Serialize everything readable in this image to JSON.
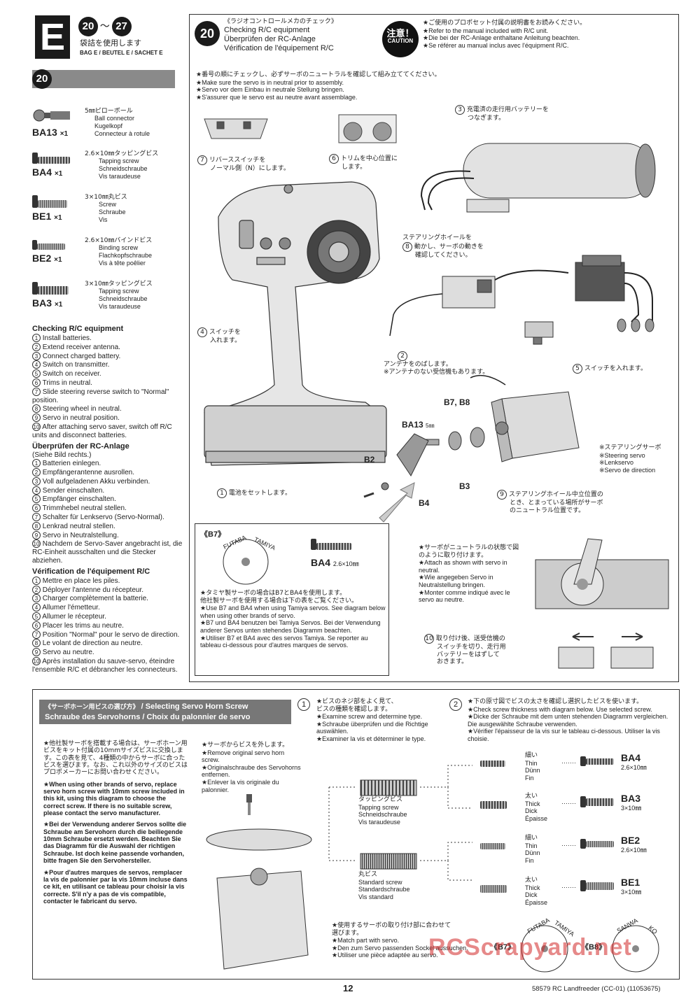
{
  "header": {
    "bag_letter": "E",
    "step_from": "20",
    "step_to": "27",
    "bag_jp": "袋詰を使用します",
    "bag_label": "BAG E / BEUTEL E / SACHET E",
    "step_number": "20"
  },
  "parts": [
    {
      "code": "BA13",
      "qty": "×1",
      "size": "5㎜ピローボール",
      "lines": [
        "Ball connector",
        "Kugelkopf",
        "Connecteur à rotule"
      ]
    },
    {
      "code": "BA4",
      "qty": "×1",
      "size": "2.6×10㎜タッピングビス",
      "lines": [
        "Tapping screw",
        "Schneidschraube",
        "Vis taraudeuse"
      ]
    },
    {
      "code": "BE1",
      "qty": "×1",
      "size": "3×10㎜丸ビス",
      "lines": [
        "Screw",
        "Schraube",
        "Vis"
      ]
    },
    {
      "code": "BE2",
      "qty": "×1",
      "size": "2.6×10㎜バインドビス",
      "lines": [
        "Binding screw",
        "Flachkopfschraube",
        "Vis à tête poêlier"
      ]
    },
    {
      "code": "BA3",
      "qty": "×1",
      "size": "3×10㎜タッピングビス",
      "lines": [
        "Tapping screw",
        "Schneidschraube",
        "Vis taraudeuse"
      ]
    }
  ],
  "check_en": {
    "title": "Checking R/C equipment",
    "items": [
      "Install batteries.",
      "Extend receiver antenna.",
      "Connect charged battery.",
      "Switch on transmitter.",
      "Switch on receiver.",
      "Trims in neutral.",
      "Slide steering reverse switch to \"Normal\" position.",
      "Steering wheel in neutral.",
      "Servo in neutral position.",
      "After attaching servo saver, switch off R/C units and disconnect batteries."
    ]
  },
  "check_de": {
    "title": "Überprüfen der RC-Anlage",
    "sub": "(Siehe Bild rechts.)",
    "items": [
      "Batterien einlegen.",
      "Empfängerantenne ausrollen.",
      "Voll aufgeladenen Akku verbinden.",
      "Sender einschalten.",
      "Empfänger einschalten.",
      "Trimmhebel neutral stellen.",
      "Schalter für Lenkservo (Servo-Normal).",
      "Lenkrad neutral stellen.",
      "Servo in Neutralstellung.",
      "Nachdem de Servo-Saver angebracht ist, die RC-Einheit ausschalten und die Stecker abziehen."
    ]
  },
  "check_fr": {
    "title": "Vérification de l'équipement R/C",
    "items": [
      "Mettre en place les piles.",
      "Déployer l'antenne du récepteur.",
      "Charger complètement la batterie.",
      "Allumer l'émetteur.",
      "Allumer le récepteur.",
      "Placer les trims au neutre.",
      "Position \"Normal\" pour le servo de direction.",
      "Le volant de direction au neutre.",
      "Servo au neutre.",
      "Après installation du sauve-servo, éteindre l'ensemble R/C et débrancher les connecteurs."
    ]
  },
  "step20": {
    "title_jp": "《ラジオコントロールメカのチェック》",
    "title_en": "Checking R/C equipment",
    "title_de": "Überprüfen der RC-Anlage",
    "title_fr": "Vérification de l'équipement R/C",
    "caution_jp": "注意！",
    "caution_en": "CAUTION",
    "caution_lines": [
      "★ご使用のプロポセット付属の説明書をお読みください。",
      "★Refer to the manual included with R/C unit.",
      "★Die bei der RC-Anlage enthaltane Anleitung beachten.",
      "★Se référer au manual inclus avec l'équipment R/C."
    ],
    "note_lines": [
      "★番号の順にチェックし、必ずサーボのニュートラルを確認して組み立ててください。",
      "★Make sure the servo is in neutral prior to assembly.",
      "★Servo vor dem Einbau in neutrale Stellung bringen.",
      "★S'assurer que le servo est au neutre avant assemblage."
    ]
  },
  "callouts": {
    "c1": "電池をセットします。",
    "c2": "アンテナをのばします。",
    "c2b": "※アンテナのない受信機もあります。",
    "c3": "充電済の走行用バッテリーを",
    "c3b": "つなぎます。",
    "c4": "スイッチを",
    "c4b": "入れます。",
    "c5": "スイッチを入れます。",
    "c6": "トリムを中心位置に",
    "c6b": "します。",
    "c7": "リバーススイッチを",
    "c7b": "ノーマル側（N）にします。",
    "c8": "ステアリングホイールを",
    "c8b": "動かし、サーボの動きを",
    "c8c": "確認してください。",
    "c9": "ステアリングホイール中立位置の",
    "c9b": "とき、とまっている場所がサーボ",
    "c9c": "のニュートラル位置です。",
    "c10": "取り付け後、送受信機の",
    "c10b": "スイッチを切り、走行用",
    "c10c": "バッテリーをはずして",
    "c10d": "おきます。"
  },
  "diagram_labels": {
    "b7b8": "B7, B8",
    "ba13": "BA13",
    "ba13_size": "5㎜",
    "b2": "B2",
    "b3": "B3",
    "b4": "B4",
    "servo_jp": "※ステアリングサーボ",
    "servo_en": "※Steering servo",
    "servo_de": "※Lenkservo",
    "servo_fr": "※Servo de direction"
  },
  "b7box": {
    "title": "《B7》",
    "futaba": "FUTABA",
    "tamiya": "TAMIYA",
    "screw": "BA4",
    "screw_size": "2.6×10㎜",
    "lines": [
      "★タミヤ製サーボの場合はB7とBA4を使用します。",
      "他社製サーボを使用する場合は下の表をご覧ください。",
      "★Use B7 and BA4 when using Tamiya servos. See diagram below when using other brands of servo.",
      "★B7 und BA4 benutzen bei Tamiya Servos. Bei der Verwendung anderer Servos unten stehendes Diagramm beachten.",
      "★Utiliser B7 et BA4 avec des servos Tamiya. Se reporter au tableau ci-dessous pour d'autres marques de servos."
    ]
  },
  "neutral_note": [
    "★サーボがニュートラルの状態で図のように取り付けます。",
    "★Attach as shown with servo in neutral.",
    "★Wie angegeben Servo in Neutralstellung bringen.",
    "★Monter comme indiqué avec le servo au neutre."
  ],
  "bottom": {
    "title_jp": "《サーボホーン用ビスの選び方》",
    "title_en": "Selecting Servo Horn Screw",
    "title_de": "Schraube des Servohorns",
    "title_fr": "Choix du palonnier de servo",
    "left_text": [
      "★他社製サーボを搭載する場合は、サーボホーン用ビスをキット付属の10mmサイズビスに交換します。この表を見て、4種類の中からサーボに合ったビスを選びます。なお、これ以外のサイズのビスはプロポメーカーにお問い合わせください。",
      "★When using other brands of servo, replace servo horn screw with 10mm screw included in this kit, using this diagram to choose the correct screw. If there is no suitable screw, please contact the servo manufacturer.",
      "★Bei der Verwendung anderer Servos sollte die Schraube am Servohorn durch die beiliegende 10mm Schraube ersetzt werden. Beachten Sie das Diagramm für die Auswahl der richtigen Schraube. Ist doch keine passende vorhanden, bitte fragen Sie den Servohersteller.",
      "★Pour d'autres marques de servos, remplacer la vis de palonnier par la vis 10mm incluse dans ce kit, en utilisant ce tableau pour choisir la vis correcte. S'il n'y a pas de vis compatible, contacter le fabricant du servo."
    ],
    "remove": [
      "★サーボからビスを外します。",
      "★Remove original servo horn screw.",
      "★Originalschraube des Servohorns entfernen.",
      "★Enlever la vis originale du palonnier."
    ],
    "step1_num": "1",
    "step1": [
      "★ビスのネジ部をよく見て、",
      "ビスの種類を確認します。",
      "★Examine screw and determine type.",
      "★Schraube überprüfen und die Richtige auswählen.",
      "★Examiner la vis et déterminer le type."
    ],
    "step2_num": "2",
    "step2": [
      "★下の原寸図でビスの太さを確認し選択したビスを使います。",
      "★Check screw thickness with diagram below. Use selected screw.",
      "★Dicke der Schraube mit dem unten stehenden Diagramm vergleichen. Die ausgewählte Schraube verwenden.",
      "★Vérifier l'épaisseur de la vis sur le tableau ci-dessous. Utiliser la vis choisie."
    ],
    "tapping": [
      "タッピングビス",
      "Tapping screw",
      "Schneidschraube",
      "Vis taraudeuse"
    ],
    "standard": [
      "丸ビス",
      "Standard screw",
      "Standardschraube",
      "Vis standard"
    ],
    "thin": [
      "細い",
      "Thin",
      "Dünn",
      "Fin"
    ],
    "thick": [
      "太い",
      "Thick",
      "Dick",
      "Épaisse"
    ],
    "results": [
      {
        "code": "BA4",
        "size": "2.6×10㎜"
      },
      {
        "code": "BA3",
        "size": "3×10㎜"
      },
      {
        "code": "BE2",
        "size": "2.6×10㎜"
      },
      {
        "code": "BE1",
        "size": "3×10㎜"
      }
    ],
    "match": [
      "★使用するサーボの取り付け部に合わせて",
      "選びます。",
      "★Match part with servo.",
      "★Den zum Servo passenden Sockel aussuchen.",
      "★Utiliser une pièce adaptée au servo."
    ],
    "b7": "《B7》",
    "b8": "《B8》",
    "sanwa": "SANWA",
    "ko": "KO"
  },
  "footer": {
    "page": "12",
    "title": "58579 RC Landfreeder (CC-01) (11053675)",
    "watermark": "RCScrapyard.net"
  }
}
